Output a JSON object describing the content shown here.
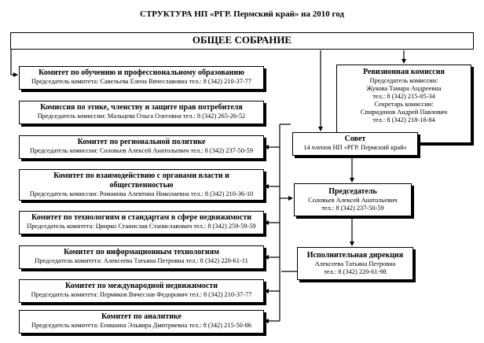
{
  "title": "СТРУКТУРА НП «РГР. Пермский край» на 2010 год",
  "assembly": "ОБЩЕЕ СОБРАНИЕ",
  "revision": {
    "title": "Ревизионная комиссия",
    "lines": [
      "Председатель комиссии:",
      "Жукова Тамара Андреевна",
      "тел.: 8 (342) 215-05-34",
      "Секретарь комиссии:",
      "Спиридонов Андрей Павлович",
      "тел.: 8 (342) 218-18-84"
    ]
  },
  "council": {
    "title": "Совет",
    "line": "14 членов НП «РГР. Пермский край»"
  },
  "chairman": {
    "title": "Председатель",
    "lines": [
      "Соловьев Алексей Анатольевич",
      "тел.: 8 (342) 237-50-59"
    ]
  },
  "directorate": {
    "title": "Исполнительная дирекция",
    "lines": [
      "Алексеева Татьяна Петровна",
      "тел.: 8 (342) 220-61-98"
    ]
  },
  "committees": [
    {
      "title": "Комитет по обучению и профессиональному образованию",
      "detail": "Председатель комитета: Савельева Елена Вячеславовна тел.: 8 (342) 210-37-77"
    },
    {
      "title": "Комиссия по этике, членству и защите прав потребителя",
      "detail": "Председатель комиссии: Мальцева Ольга Олеговна тел.: 8 (342) 265-26-52"
    },
    {
      "title": "Комитет по региональной политике",
      "detail": "Председатель комиссии: Соловьев Алексей Анатольевич тел.: 8 (342) 237-50-59"
    },
    {
      "title": "Комитет по взаимодействию с органами власти и общественностью",
      "detail": "Председатель комиссии: Романова Алевтина Николаевна тел.: 8 (342) 210-36-10"
    },
    {
      "title": "Комитет по технологиям и стандартам в сфере недвижимости",
      "detail": "Председатель комитета: Цвирко Станислав Станиславович тел.: 8 (342) 259-59-59"
    },
    {
      "title": "Комитет по информационным технологиям",
      "detail": "Председатель комитета: Алексеева Татьяна Петровна тел.: 8 (342) 220-61-11"
    },
    {
      "title": "Комитет по международной недвижимости",
      "detail": "Председатель комитета: Пермяков Вячеслав Федорович тел.: 8 (342) 210-37-77"
    },
    {
      "title": "Комитет по аналитике",
      "detail": "Председатель комитета: Епишина Эльвира Дмитриевна тел.: 8 (342) 215-50-86"
    }
  ]
}
